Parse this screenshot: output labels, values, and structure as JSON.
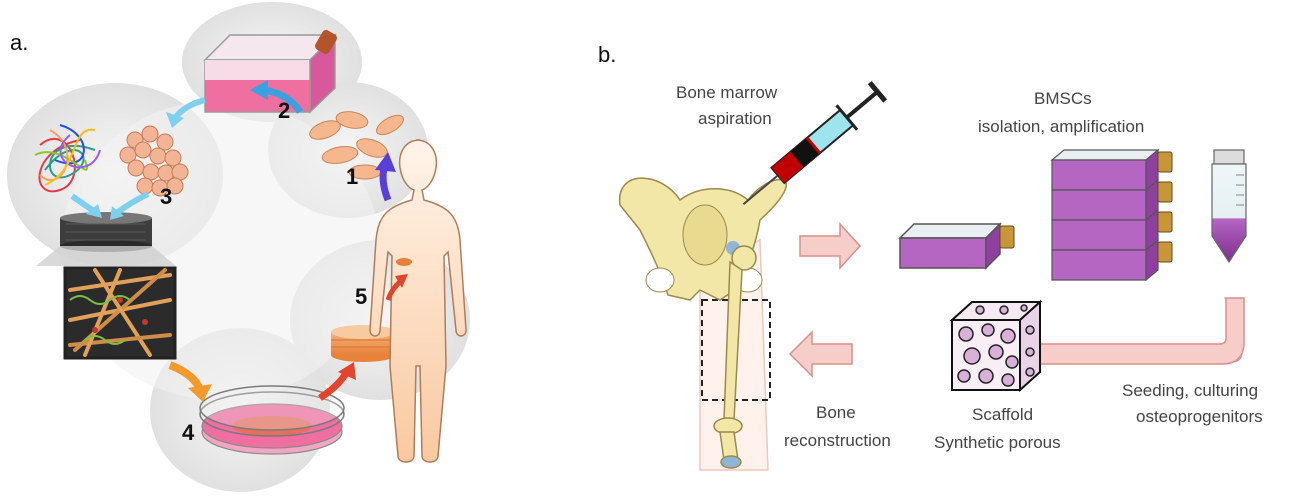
{
  "panel_a": {
    "label": "a.",
    "steps": [
      "1",
      "2",
      "3",
      "4",
      "5"
    ]
  },
  "panel_b": {
    "label": "b.",
    "aspiration_line1": "Bone marrow",
    "aspiration_line2": "aspiration",
    "bmsc_line1": "BMSCs",
    "bmsc_line2": "isolation, amplification",
    "seeding_line1": "Seeding, culturing",
    "seeding_line2": "osteoprogenitors",
    "scaffold_line1": "Scaffold",
    "scaffold_line2": "Synthetic porous",
    "bone_line1": "Bone",
    "bone_line2": "reconstruction"
  },
  "colors": {
    "flask_pink": "#ef6fa0",
    "flask_purple": "#b565c2",
    "arrow_blue": "#3aa0e0",
    "arrow_purple": "#5a3fd6",
    "arrow_orange": "#f39a2d",
    "arrow_red": "#e0452e",
    "arrow_pink": "#f3c6c2",
    "bone": "#f2e7a7",
    "skin": "#fbd6b4"
  }
}
